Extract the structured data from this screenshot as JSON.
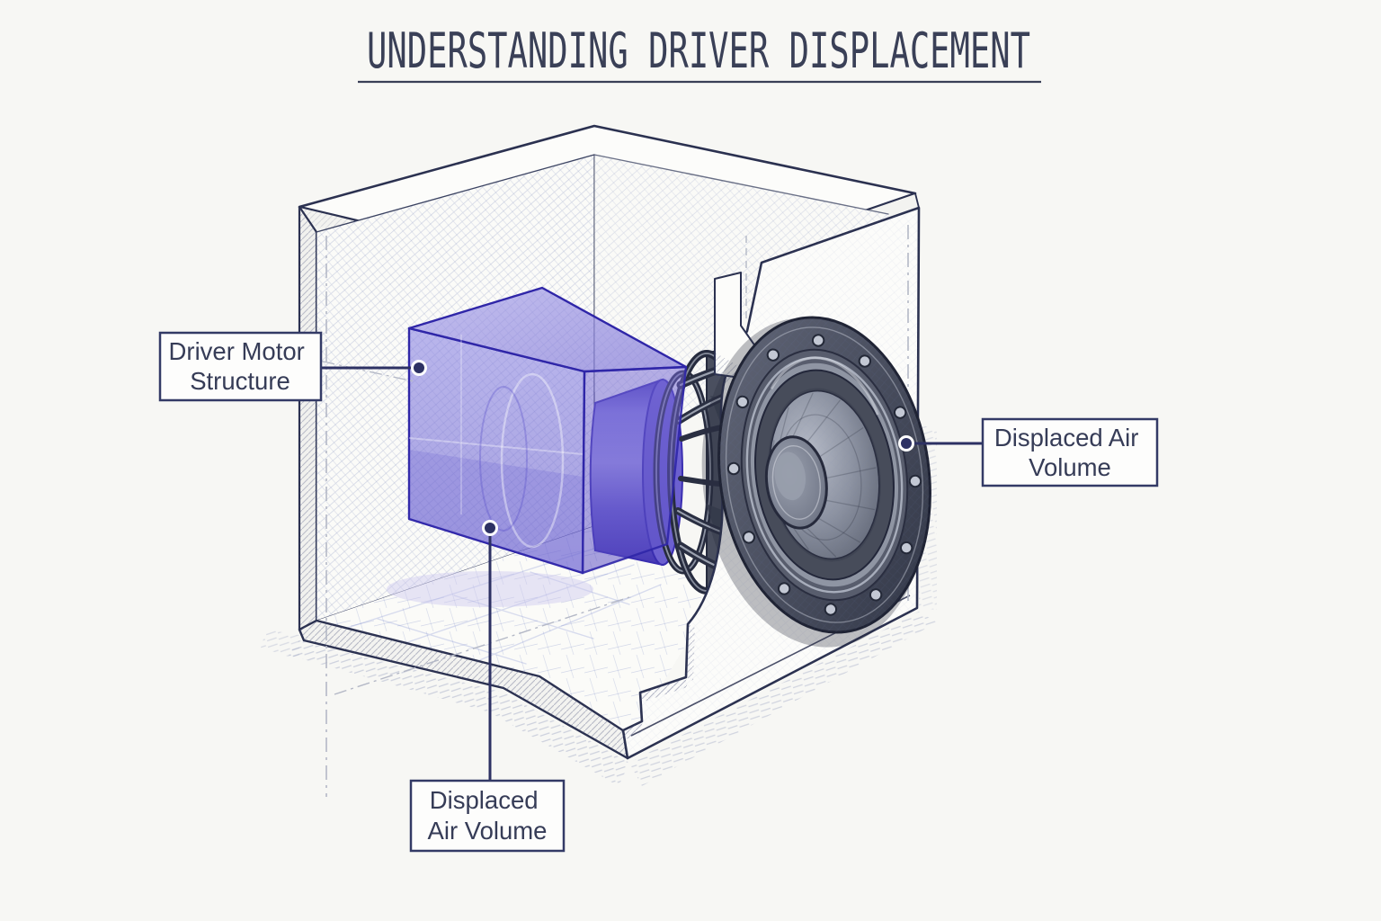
{
  "title": {
    "text": "UNDERSTANDING DRIVER DISPLACEMENT"
  },
  "labels": {
    "driver_motor_structure": {
      "line1": "Driver Motor",
      "line2": "Structure"
    },
    "displaced_air_volume_right": {
      "line1": "Displaced Air",
      "line2": "Volume"
    },
    "displaced_air_volume_bottom": {
      "line1": "Displaced",
      "line2": "Air Volume"
    }
  },
  "colors": {
    "background": "#f7f7f4",
    "outline_navy": "#2b3150",
    "purple_fill": "#7b72d8",
    "purple_edge": "#2f26a8",
    "leader_navy": "#2d3163",
    "label_text": "#363c57",
    "title_text": "#3a4057",
    "driver_gray_dark": "#3a3f4e",
    "driver_gray_light": "#9ba1af"
  }
}
